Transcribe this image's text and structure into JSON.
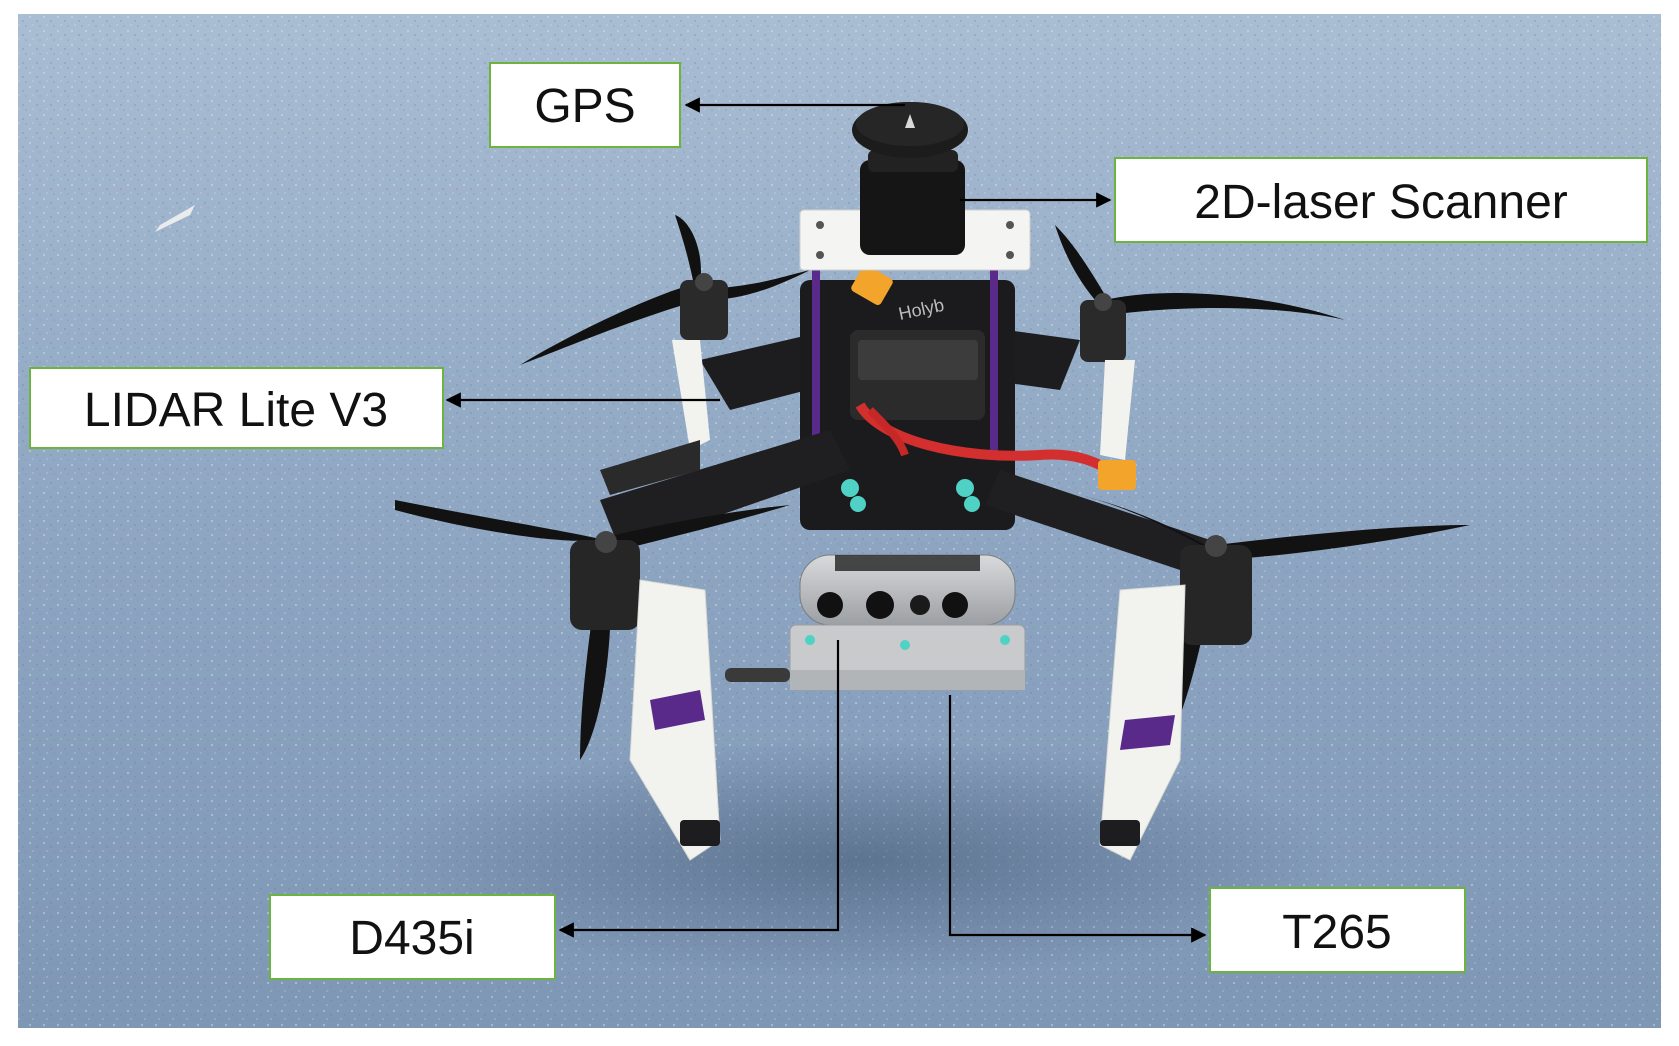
{
  "figure": {
    "description_labels": {
      "gps": "GPS",
      "laser_scanner": "2D-laser Scanner",
      "lidar": "LIDAR Lite V3",
      "d435i": "D435i",
      "t265": "T265"
    }
  },
  "colors": {
    "floor": "#8ea6c2",
    "floor_dark": "#6f8aa8",
    "label_border": "#6db33f",
    "frame_white": "#f2f2ee",
    "frame_black": "#1d1d1f",
    "accent_purple": "#5a2a8a",
    "cable_red": "#d32f2f",
    "connector_yellow": "#f2a52a"
  }
}
